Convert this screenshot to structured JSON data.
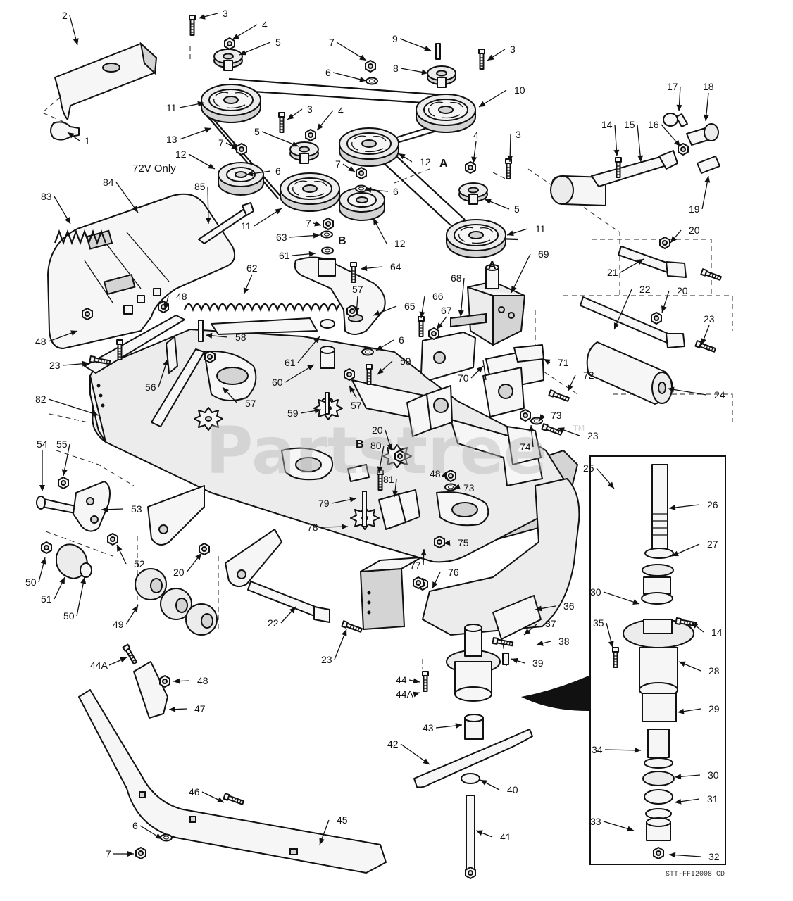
{
  "watermark": "Partstree",
  "trademark": "TM",
  "figure_code": "STT-FFI2008 CD",
  "note_72v": "72V Only",
  "assembly_letters": [
    "A",
    "A",
    "B",
    "B"
  ],
  "callouts": [
    {
      "id": "c1",
      "text": "1"
    },
    {
      "id": "c2",
      "text": "2"
    },
    {
      "id": "c3a",
      "text": "3"
    },
    {
      "id": "c3b",
      "text": "3"
    },
    {
      "id": "c3c",
      "text": "3"
    },
    {
      "id": "c3d",
      "text": "3"
    },
    {
      "id": "c4a",
      "text": "4"
    },
    {
      "id": "c4b",
      "text": "4"
    },
    {
      "id": "c4c",
      "text": "4"
    },
    {
      "id": "c5a",
      "text": "5"
    },
    {
      "id": "c5b",
      "text": "5"
    },
    {
      "id": "c5c",
      "text": "5"
    },
    {
      "id": "c6a",
      "text": "6"
    },
    {
      "id": "c6b",
      "text": "6"
    },
    {
      "id": "c6c",
      "text": "6"
    },
    {
      "id": "c6d",
      "text": "6"
    },
    {
      "id": "c6e",
      "text": "6"
    },
    {
      "id": "c7a",
      "text": "7"
    },
    {
      "id": "c7b",
      "text": "7"
    },
    {
      "id": "c7c",
      "text": "7"
    },
    {
      "id": "c7d",
      "text": "7"
    },
    {
      "id": "c7e",
      "text": "7"
    },
    {
      "id": "c8",
      "text": "8"
    },
    {
      "id": "c9",
      "text": "9"
    },
    {
      "id": "c10",
      "text": "10"
    },
    {
      "id": "c11a",
      "text": "11"
    },
    {
      "id": "c11b",
      "text": "11"
    },
    {
      "id": "c11c",
      "text": "11"
    },
    {
      "id": "c12a",
      "text": "12"
    },
    {
      "id": "c12b",
      "text": "12"
    },
    {
      "id": "c12c",
      "text": "12"
    },
    {
      "id": "c13",
      "text": "13"
    },
    {
      "id": "c14a",
      "text": "14"
    },
    {
      "id": "c14b",
      "text": "14"
    },
    {
      "id": "c15",
      "text": "15"
    },
    {
      "id": "c16",
      "text": "16"
    },
    {
      "id": "c17",
      "text": "17"
    },
    {
      "id": "c18",
      "text": "18"
    },
    {
      "id": "c19",
      "text": "19"
    },
    {
      "id": "c20a",
      "text": "20"
    },
    {
      "id": "c20b",
      "text": "20"
    },
    {
      "id": "c20c",
      "text": "20"
    },
    {
      "id": "c20d",
      "text": "20"
    },
    {
      "id": "c21",
      "text": "21"
    },
    {
      "id": "c22a",
      "text": "22"
    },
    {
      "id": "c22b",
      "text": "22"
    },
    {
      "id": "c23a",
      "text": "23"
    },
    {
      "id": "c23b",
      "text": "23"
    },
    {
      "id": "c23c",
      "text": "23"
    },
    {
      "id": "c23d",
      "text": "23"
    },
    {
      "id": "c24",
      "text": "24"
    },
    {
      "id": "c25",
      "text": "25"
    },
    {
      "id": "c26",
      "text": "26"
    },
    {
      "id": "c27",
      "text": "27"
    },
    {
      "id": "c28",
      "text": "28"
    },
    {
      "id": "c29",
      "text": "29"
    },
    {
      "id": "c30a",
      "text": "30"
    },
    {
      "id": "c30b",
      "text": "30"
    },
    {
      "id": "c31",
      "text": "31"
    },
    {
      "id": "c32",
      "text": "32"
    },
    {
      "id": "c33",
      "text": "33"
    },
    {
      "id": "c34",
      "text": "34"
    },
    {
      "id": "c35",
      "text": "35"
    },
    {
      "id": "c36",
      "text": "36"
    },
    {
      "id": "c37",
      "text": "37"
    },
    {
      "id": "c38",
      "text": "38"
    },
    {
      "id": "c39",
      "text": "39"
    },
    {
      "id": "c40",
      "text": "40"
    },
    {
      "id": "c41",
      "text": "41"
    },
    {
      "id": "c42",
      "text": "42"
    },
    {
      "id": "c43",
      "text": "43"
    },
    {
      "id": "c44a",
      "text": "44"
    },
    {
      "id": "c44b",
      "text": "44A"
    },
    {
      "id": "c44c",
      "text": "44A"
    },
    {
      "id": "c45",
      "text": "45"
    },
    {
      "id": "c46",
      "text": "46"
    },
    {
      "id": "c47",
      "text": "47"
    },
    {
      "id": "c48a",
      "text": "48"
    },
    {
      "id": "c48b",
      "text": "48"
    },
    {
      "id": "c48c",
      "text": "48"
    },
    {
      "id": "c48d",
      "text": "48"
    },
    {
      "id": "c49",
      "text": "49"
    },
    {
      "id": "c50a",
      "text": "50"
    },
    {
      "id": "c50b",
      "text": "50"
    },
    {
      "id": "c51",
      "text": "51"
    },
    {
      "id": "c52",
      "text": "52"
    },
    {
      "id": "c53",
      "text": "53"
    },
    {
      "id": "c54",
      "text": "54"
    },
    {
      "id": "c55",
      "text": "55"
    },
    {
      "id": "c56",
      "text": "56"
    },
    {
      "id": "c57a",
      "text": "57"
    },
    {
      "id": "c57b",
      "text": "57"
    },
    {
      "id": "c57c",
      "text": "57"
    },
    {
      "id": "c58",
      "text": "58"
    },
    {
      "id": "c59a",
      "text": "59"
    },
    {
      "id": "c59b",
      "text": "59"
    },
    {
      "id": "c60",
      "text": "60"
    },
    {
      "id": "c61a",
      "text": "61"
    },
    {
      "id": "c61b",
      "text": "61"
    },
    {
      "id": "c62",
      "text": "62"
    },
    {
      "id": "c63",
      "text": "63"
    },
    {
      "id": "c64",
      "text": "64"
    },
    {
      "id": "c65",
      "text": "65"
    },
    {
      "id": "c66",
      "text": "66"
    },
    {
      "id": "c67",
      "text": "67"
    },
    {
      "id": "c68",
      "text": "68"
    },
    {
      "id": "c69",
      "text": "69"
    },
    {
      "id": "c70",
      "text": "70"
    },
    {
      "id": "c71",
      "text": "71"
    },
    {
      "id": "c72",
      "text": "72"
    },
    {
      "id": "c73a",
      "text": "73"
    },
    {
      "id": "c73b",
      "text": "73"
    },
    {
      "id": "c74",
      "text": "74"
    },
    {
      "id": "c75",
      "text": "75"
    },
    {
      "id": "c76",
      "text": "76"
    },
    {
      "id": "c77",
      "text": "77"
    },
    {
      "id": "c78",
      "text": "78"
    },
    {
      "id": "c79",
      "text": "79"
    },
    {
      "id": "c80",
      "text": "80"
    },
    {
      "id": "c81",
      "text": "81"
    },
    {
      "id": "c82",
      "text": "82"
    },
    {
      "id": "c83",
      "text": "83"
    },
    {
      "id": "c84",
      "text": "84"
    },
    {
      "id": "c85",
      "text": "85"
    }
  ]
}
